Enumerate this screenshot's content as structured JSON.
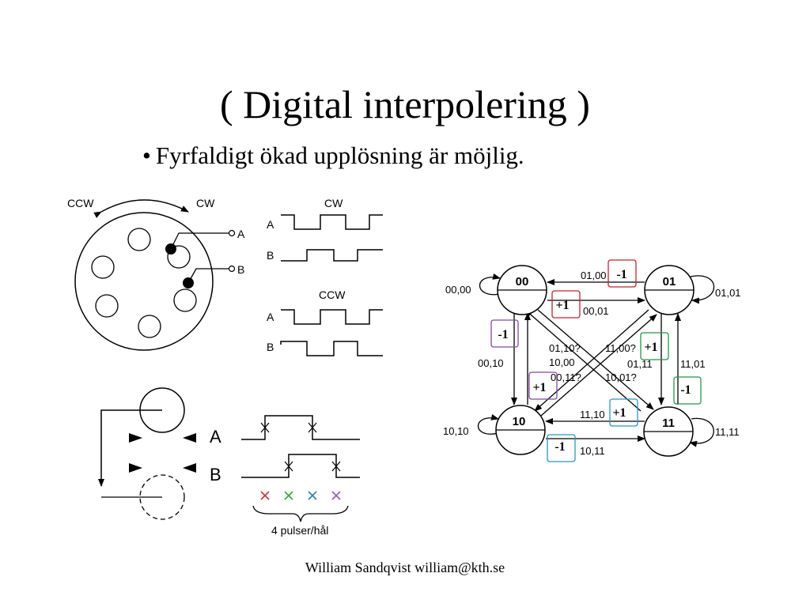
{
  "slide": {
    "title": "( Digital interpolering )",
    "bullet_marker": "•",
    "bullet": "Fyrfaldigt ökad upplösning är möjlig.",
    "footer": "William Sandqvist  william@kth.se"
  },
  "encoder": {
    "ccw_label": "CCW",
    "cw_label": "CW",
    "output_a": "A",
    "output_b": "B"
  },
  "waveforms": {
    "cw_heading": "CW",
    "ccw_heading": "CCW",
    "channel_a": "A",
    "channel_b": "B"
  },
  "pulse_diagram": {
    "channel_a": "A",
    "channel_b": "B",
    "caption": "4 pulser/hål",
    "cross_colors": [
      "#cc3333",
      "#33aa33",
      "#2a7fc0",
      "#9955bb"
    ]
  },
  "state_diagram": {
    "states": {
      "s00": "00",
      "s01": "01",
      "s10": "10",
      "s11": "11"
    },
    "transitions": {
      "t0000": "00,00",
      "t0100": "01,00",
      "t0001": "00,01",
      "t0101": "01,01",
      "t0010": "00,10",
      "t1000": "10,00",
      "t0110q": "01,10?",
      "t1100q": "11,00?",
      "t0011q": "00,11?",
      "t1001q": "10,01?",
      "t0111": "01,11",
      "t1101": "11,01",
      "t1010": "10,10",
      "t1110": "11,10",
      "t1011": "10,11",
      "t1111": "11,11"
    },
    "increments": {
      "red_top": "-1",
      "red_mid": "+1",
      "purple_left": "-1",
      "purple_mid": "+1",
      "green_mid": "+1",
      "green_right": "-1",
      "blue_mid": "+1",
      "blue_bottom": "-1"
    },
    "box_colors": {
      "red": "#cc2222",
      "purple": "#8844aa",
      "green": "#229944",
      "blue": "#2299cc"
    }
  }
}
